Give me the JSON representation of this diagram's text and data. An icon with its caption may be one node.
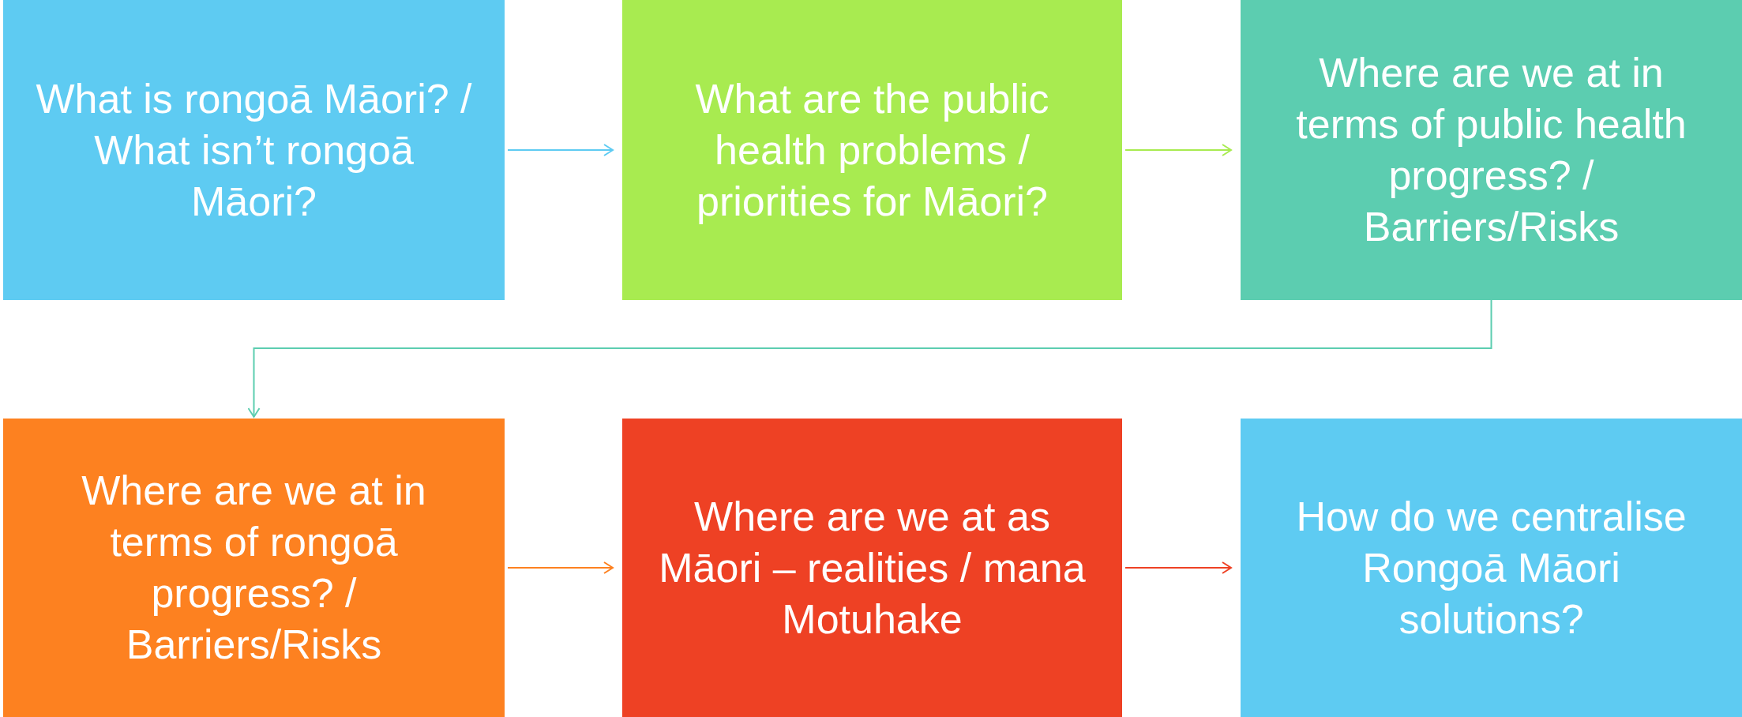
{
  "diagram": {
    "nodes": [
      {
        "text": [
          "What is rongoā Māori? / What isn’t rongoā Māori?"
        ]
      },
      {
        "text": [
          "What are the public health problems / priorities for Māori?"
        ]
      },
      {
        "text": [
          "Where are we at in terms of public health progress? / Barriers/Risks"
        ]
      },
      {
        "text": [
          "Where are we at in terms of rongoā progress? / Barriers/Risks"
        ]
      },
      {
        "text": [
          "Where are we at as Māori – realities / mana Motuhake"
        ]
      },
      {
        "text": [
          "How do we centralise Rongoā Māori solutions?"
        ]
      }
    ],
    "edges": [
      {
        "from": 0,
        "to": 1,
        "arrow": "to",
        "color": "#5ecbf2"
      },
      {
        "from": 1,
        "to": 2,
        "arrow": "to",
        "color": "#a8eb50"
      },
      {
        "from": 2,
        "to": 3,
        "arrow": "to",
        "color": "#5ccdb0"
      },
      {
        "from": 3,
        "to": 4,
        "arrow": "to",
        "color": "#fd8120"
      },
      {
        "from": 4,
        "to": 5,
        "arrow": "to",
        "color": "#ee4124"
      }
    ]
  }
}
